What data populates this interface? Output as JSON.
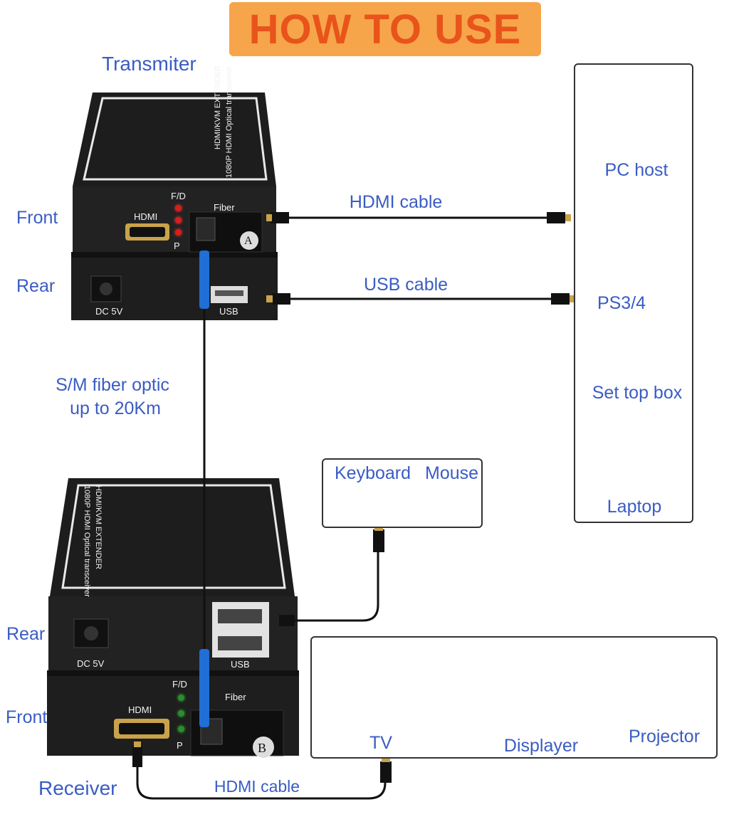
{
  "title": "HOW TO USE",
  "transmitter": {
    "name": "Transmiter",
    "front_label": "Front",
    "rear_label": "Rear",
    "top_line1": "HDMI/KVM EXTENDER",
    "top_line2": "1080P HDMI Optical transceiver",
    "hdmi_port": "HDMI",
    "fiber_port": "Fiber",
    "led_top": "F/D",
    "led_bottom": "P",
    "unit_mark": "A",
    "dc_label": "DC 5V",
    "usb_label": "USB"
  },
  "receiver": {
    "name": "Receiver",
    "front_label": "Front",
    "rear_label": "Rear",
    "top_line1": "HDMI/KVM EXTENDER",
    "top_line2": "1080P HDMI Optical transceiver",
    "hdmi_port": "HDMI",
    "fiber_port": "Fiber",
    "led_top": "F/D",
    "led_bottom": "P",
    "unit_mark": "B",
    "dc_label": "DC 5V",
    "usb_label": "USB"
  },
  "cables": {
    "hdmi_top": "HDMI cable",
    "usb_top": "USB cable",
    "fiber_line1": "S/M fiber optic",
    "fiber_line2": "up to 20Km",
    "hdmi_bottom": "HDMI  cable"
  },
  "sources": [
    {
      "label": "PC host"
    },
    {
      "label": "PS3/4"
    },
    {
      "label": "Set top box"
    },
    {
      "label": "Laptop"
    }
  ],
  "peripherals": {
    "keyboard": "Keyboard",
    "mouse": "Mouse"
  },
  "displays": [
    {
      "label": "TV"
    },
    {
      "label": "Displayer"
    },
    {
      "label": "Projector"
    }
  ],
  "colors": {
    "label_blue": "#3a5cc4",
    "title_orange": "#e8541a",
    "banner_bg": "#f7a54a",
    "fiber_blue": "#1f6fd6",
    "device_black": "#1e1e1e"
  }
}
